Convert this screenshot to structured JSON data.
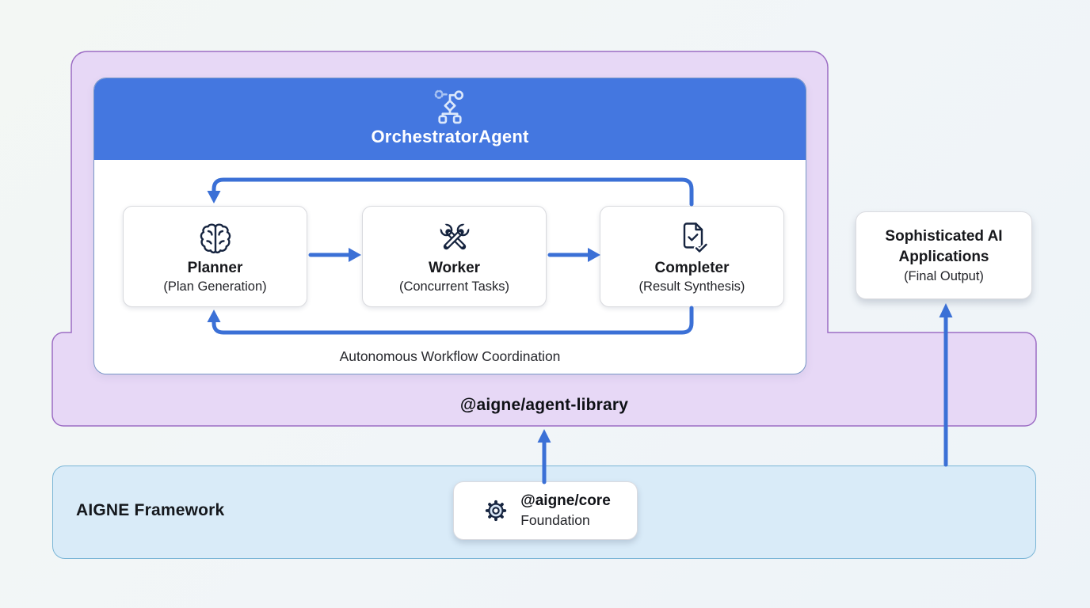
{
  "diagram": {
    "agent_library": {
      "label": "@aigne/agent-library",
      "orchestrator": {
        "title": "OrchestratorAgent",
        "icon": "orchestrator-flowchart-icon",
        "loop_label": "Autonomous Workflow Coordination",
        "nodes": [
          {
            "name": "Planner",
            "subtitle": "(Plan Generation)",
            "icon": "brain-icon"
          },
          {
            "name": "Worker",
            "subtitle": "(Concurrent Tasks)",
            "icon": "tools-icon"
          },
          {
            "name": "Completer",
            "subtitle": "(Result Synthesis)",
            "icon": "document-check-icon"
          }
        ]
      }
    },
    "framework": {
      "label": "AIGNE Framework",
      "core": {
        "name": "@aigne/core",
        "subtitle": "Foundation",
        "icon": "gear-icon"
      }
    },
    "output": {
      "title": "Sophisticated AI Applications",
      "subtitle": "(Final Output)"
    },
    "connections": [
      "Completer -> Planner (top feedback loop)",
      "Planner -> Worker",
      "Worker -> Completer",
      "Completer -> Planner (bottom feedback loop)",
      "@aigne/core -> @aigne/agent-library",
      "AIGNE Framework -> Sophisticated AI Applications"
    ]
  },
  "colors": {
    "header_blue": "#4477e0",
    "arrow_blue": "#3b70d6",
    "library_fill": "#e7d8f6",
    "library_border": "#9c6cc4",
    "framework_fill": "#d9ebf8",
    "framework_border": "#7ab5d6",
    "icon_navy": "#16243f",
    "background": "#f1f5f7"
  }
}
